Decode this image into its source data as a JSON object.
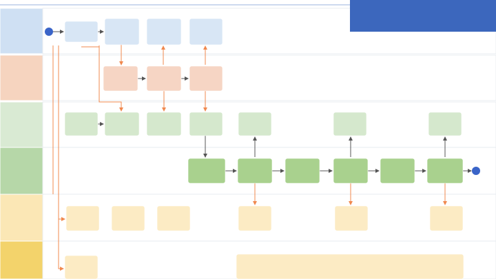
{
  "colors": {
    "lane_blue": "#cfe0f3",
    "lane_orange": "#f6d4bf",
    "lane_green_light": "#d9ead3",
    "lane_green": "#b6d7a8",
    "lane_yellow": "#fbe7b5",
    "lane_yellow_dark": "#f3d36b",
    "box_blue": "#d8e6f5",
    "box_orange": "#f6d5c4",
    "box_green_light": "#d5e8cd",
    "box_green": "#a9d18e",
    "box_yellow": "#fcebc4",
    "arrow_orange": "#f0884e",
    "arrow_gray": "#707070",
    "node_blue": "#3a64c8",
    "note_bg": "#3c67bd"
  },
  "lanes": [
    {
      "id": "lane-1",
      "label": ""
    },
    {
      "id": "lane-2",
      "label": ""
    },
    {
      "id": "lane-3",
      "label": ""
    },
    {
      "id": "lane-4",
      "label": ""
    },
    {
      "id": "lane-5",
      "label": ""
    },
    {
      "id": "lane-6",
      "label": ""
    }
  ],
  "note": {
    "lines": [
      "",
      "",
      ""
    ]
  },
  "boxes": [
    {
      "id": "b1",
      "text": ""
    },
    {
      "id": "b2",
      "text": ""
    },
    {
      "id": "b3",
      "text": ""
    },
    {
      "id": "b4",
      "text": ""
    },
    {
      "id": "b5",
      "text": ""
    },
    {
      "id": "b6",
      "text": ""
    },
    {
      "id": "b7",
      "text": ""
    },
    {
      "id": "b8",
      "text": ""
    },
    {
      "id": "b9",
      "text": ""
    },
    {
      "id": "b10",
      "text": ""
    },
    {
      "id": "b11",
      "text": ""
    },
    {
      "id": "b12",
      "text": ""
    },
    {
      "id": "b13",
      "text": ""
    },
    {
      "id": "b14",
      "text": ""
    },
    {
      "id": "b15",
      "text": ""
    },
    {
      "id": "b16",
      "text": ""
    },
    {
      "id": "b17",
      "text": ""
    },
    {
      "id": "b18",
      "text": ""
    },
    {
      "id": "b19",
      "text": ""
    },
    {
      "id": "b20",
      "text": ""
    },
    {
      "id": "b21",
      "text": ""
    },
    {
      "id": "b22",
      "text": ""
    },
    {
      "id": "b23",
      "text": ""
    },
    {
      "id": "b24",
      "text": ""
    },
    {
      "id": "b25",
      "text": ""
    },
    {
      "id": "b26",
      "text": ""
    },
    {
      "id": "b27",
      "text": ""
    },
    {
      "id": "b28",
      "text": ""
    },
    {
      "id": "b29",
      "text": ""
    }
  ]
}
